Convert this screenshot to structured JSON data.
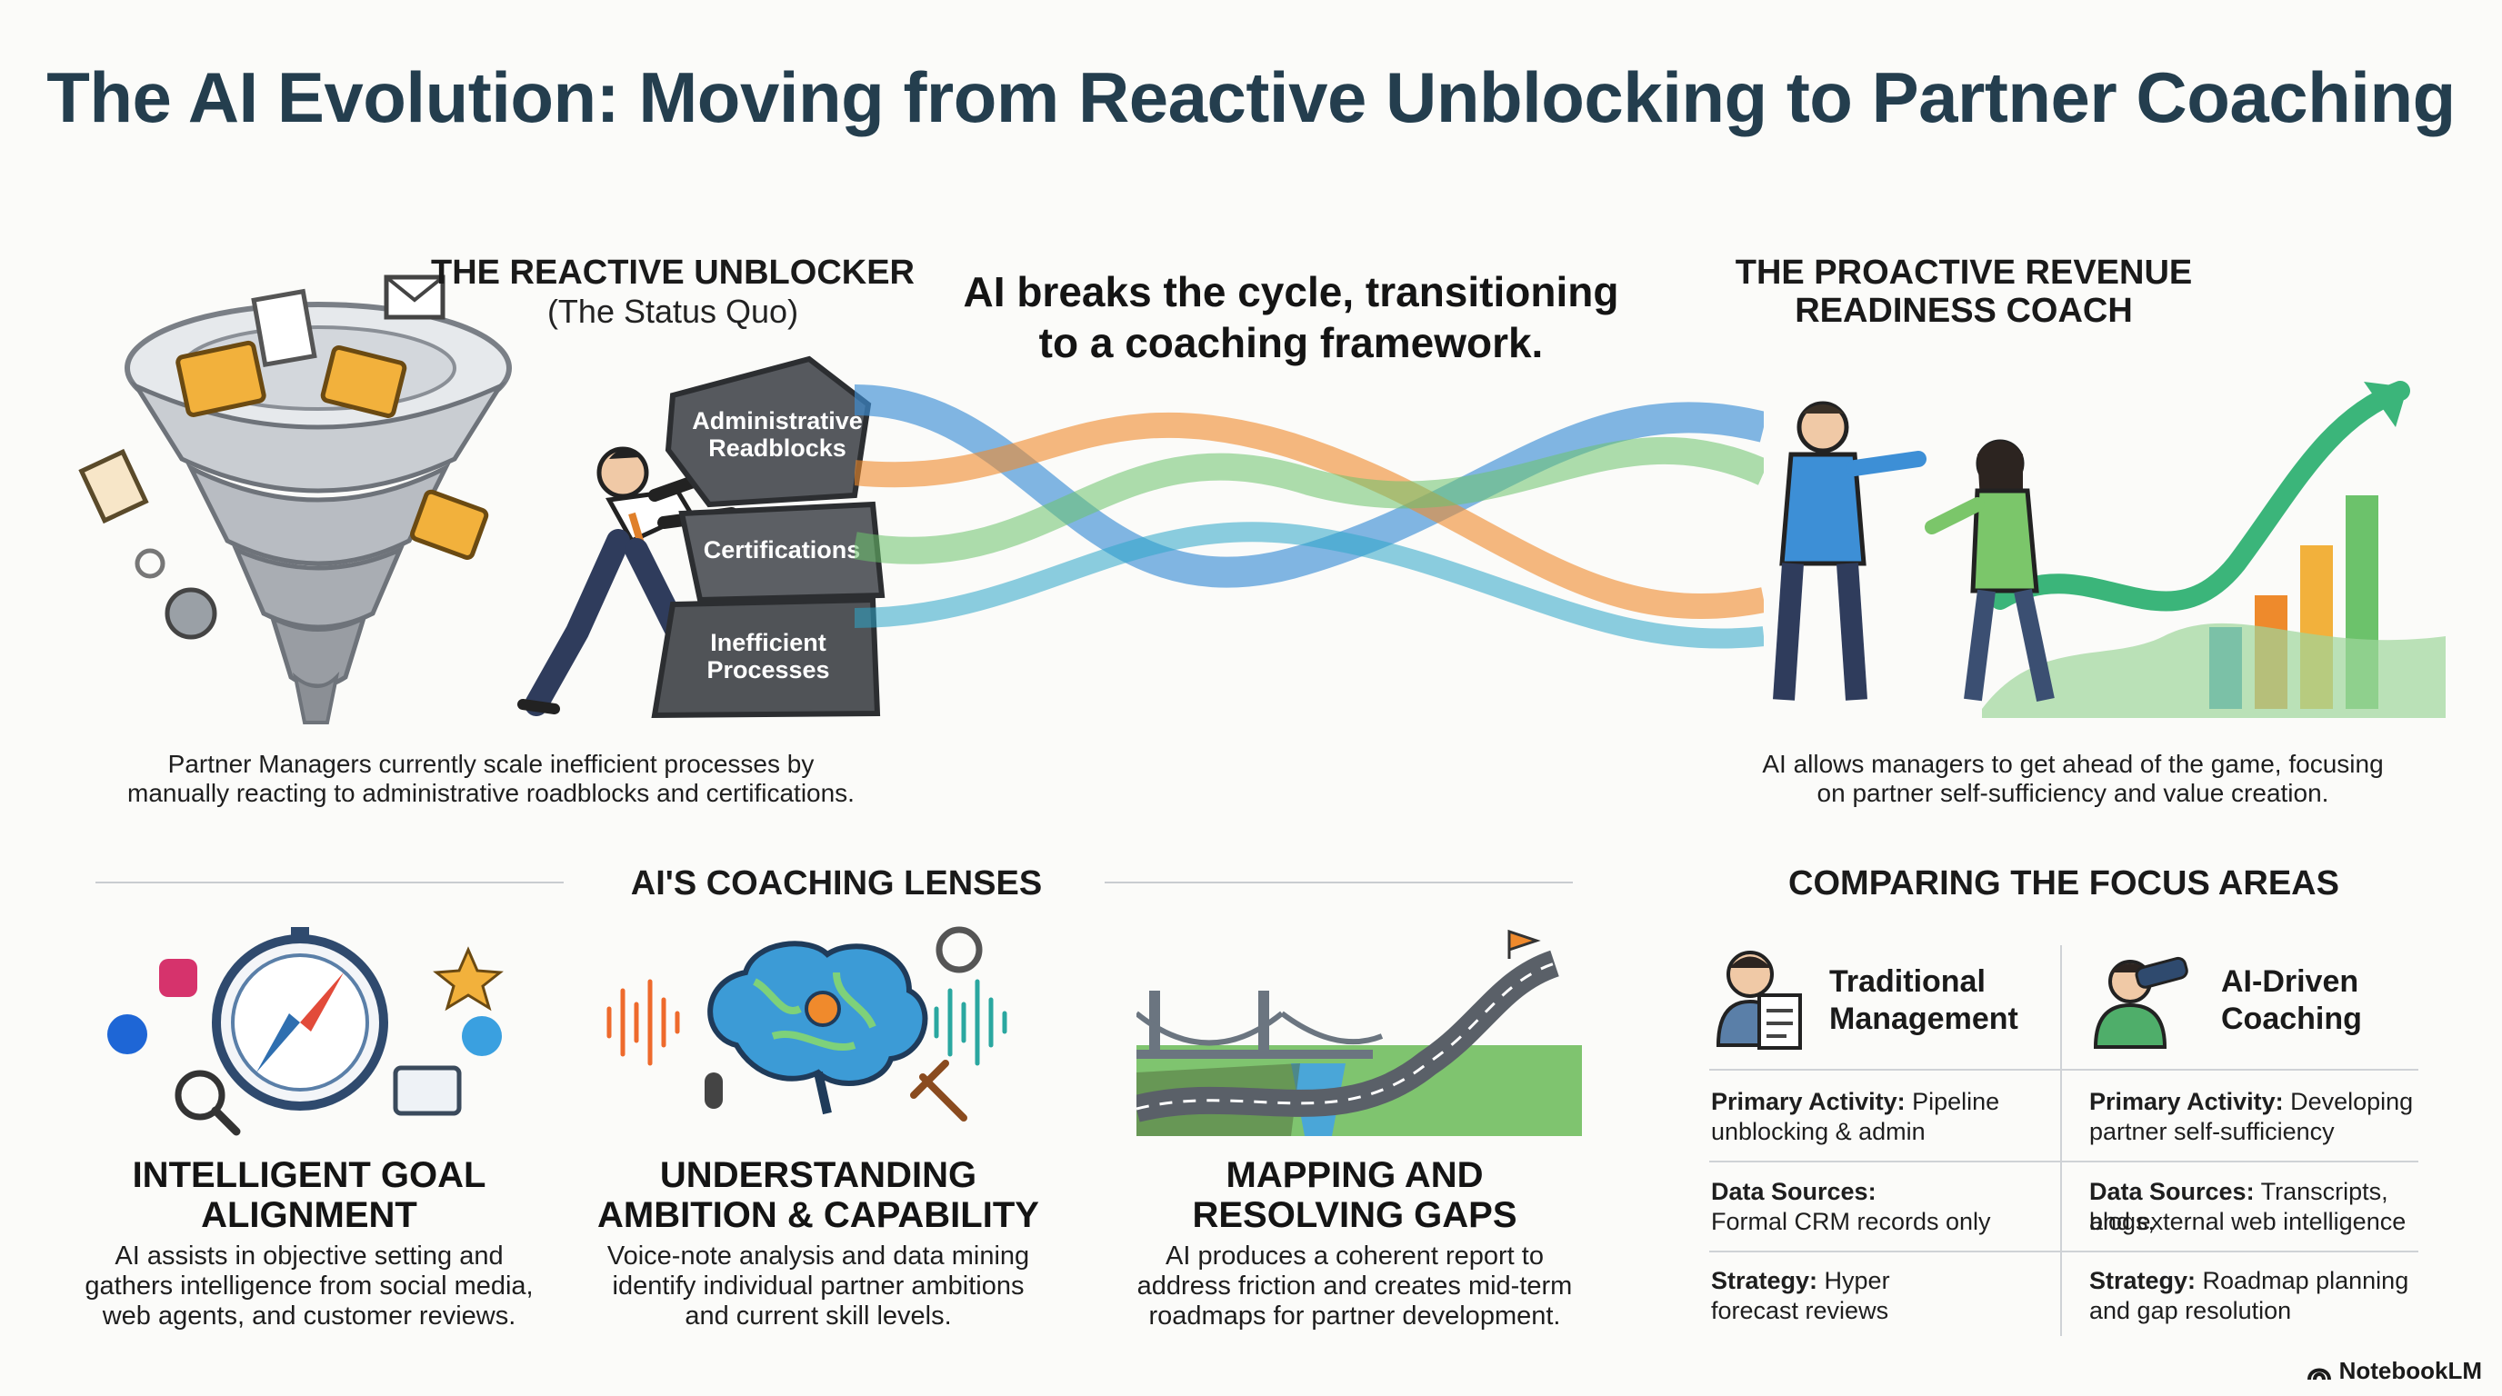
{
  "title": "The AI Evolution: Moving from Reactive Unblocking to Partner Coaching",
  "reactive": {
    "heading": "THE REACTIVE UNBLOCKER",
    "subheading": "(The Status Quo)",
    "blocks": [
      "Administrative Readblocks",
      "Certifications",
      "Inefficient Processes"
    ],
    "caption_line1": "Partner Managers currently scale inefficient processes by",
    "caption_line2": "manually reacting to administrative roadblocks and certifications."
  },
  "transition": {
    "line1": "AI breaks the cycle, transitioning",
    "line2": "to a coaching framework."
  },
  "proactive": {
    "heading_line1": "THE PROACTIVE REVENUE",
    "heading_line2": "READINESS COACH",
    "caption_line1": "AI allows managers to get ahead of the game, focusing",
    "caption_line2": "on partner self-sufficiency and value creation."
  },
  "lenses": {
    "heading": "AI'S COACHING LENSES",
    "items": [
      {
        "title_line1": "INTELLIGENT GOAL",
        "title_line2": "ALIGNMENT",
        "text_line1": "AI assists in objective setting and",
        "text_line2": "gathers intelligence from social media,",
        "text_line3": "web agents, and customer reviews."
      },
      {
        "title_line1": "UNDERSTANDING",
        "title_line2": "AMBITION & CAPABILITY",
        "text_line1": "Voice-note analysis and data mining",
        "text_line2": "identify individual partner ambitions",
        "text_line3": "and current skill levels."
      },
      {
        "title_line1": "MAPPING AND",
        "title_line2": "RESOLVING GAPS",
        "text_line1": "AI produces a coherent report to",
        "text_line2": "address friction and creates mid-term",
        "text_line3": "roadmaps for partner development."
      }
    ]
  },
  "comparison": {
    "heading": "COMPARING THE FOCUS AREAS",
    "left_head_line1": "Traditional",
    "left_head_line2": "Management",
    "right_head_line1": "AI-Driven",
    "right_head_line2": "Coaching",
    "rows": [
      {
        "label": "Primary Activity:",
        "left_a": "Pipeline",
        "left_b": "unblocking & admin",
        "right_a": "Developing",
        "right_b": "partner self-sufficiency"
      },
      {
        "label": "Data Sources:",
        "left_a": "",
        "left_b": "Formal CRM records only",
        "right_a": "Transcripts, blogs,",
        "right_b": "and external web intelligence"
      },
      {
        "label": "Strategy:",
        "left_a": "Hyper",
        "left_b": "forecast reviews",
        "right_a": "Roadmap planning",
        "right_b": "and gap resolution"
      }
    ]
  },
  "brand": "NotebookLM",
  "colors": {
    "title": "#243e4e",
    "rock": "#55585c",
    "ribbon_blue": "#3d8fd6",
    "ribbon_orange": "#f08a2c",
    "ribbon_green": "#6cc26b",
    "chart_arrow": "#3bb57a"
  },
  "icons": [
    "tornado-icon",
    "folder-icon",
    "envelope-icon",
    "phone-icon",
    "compass-icon",
    "brain-icon",
    "gear-icon",
    "bridge-icon",
    "binoculars-icon",
    "manager-icon",
    "growth-chart-icon",
    "notebooklm-logo-icon"
  ]
}
